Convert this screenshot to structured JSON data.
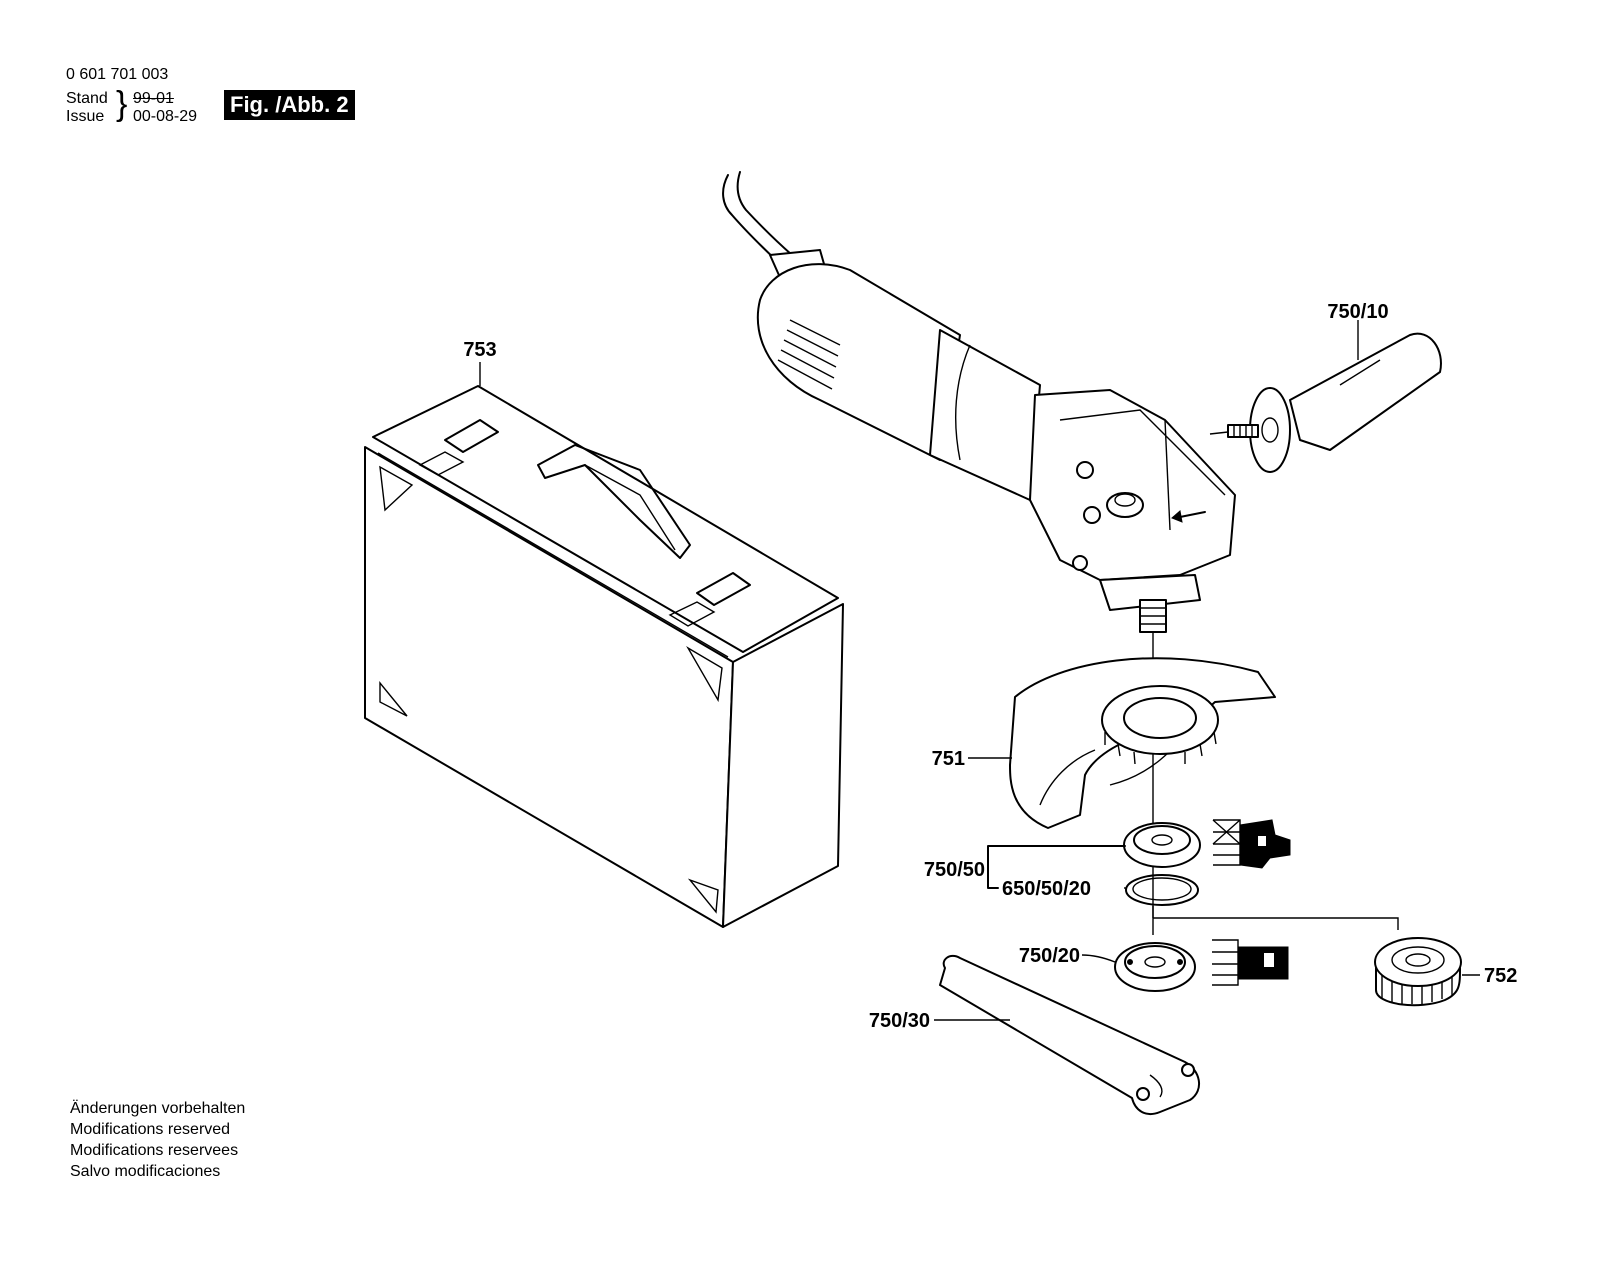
{
  "header": {
    "part_number": "0 601 701 003",
    "stand_label": "Stand",
    "issue_label": "Issue",
    "brace": "}",
    "stand_value_struck": "99-01",
    "issue_value": "00-08-29",
    "figure_badge": "Fig. /Abb. 2"
  },
  "callouts": {
    "case": "753",
    "side_handle": "750/10",
    "guard": "751",
    "flange_set": "750/50",
    "o_ring": "650/50/20",
    "mounting_flange": "750/20",
    "clamping_nut": "752",
    "spanner": "750/30"
  },
  "footer": {
    "line1": "Änderungen vorbehalten",
    "line2": "Modifications reserved",
    "line3": "Modifications reservees",
    "line4": "Salvo modificaciones"
  }
}
